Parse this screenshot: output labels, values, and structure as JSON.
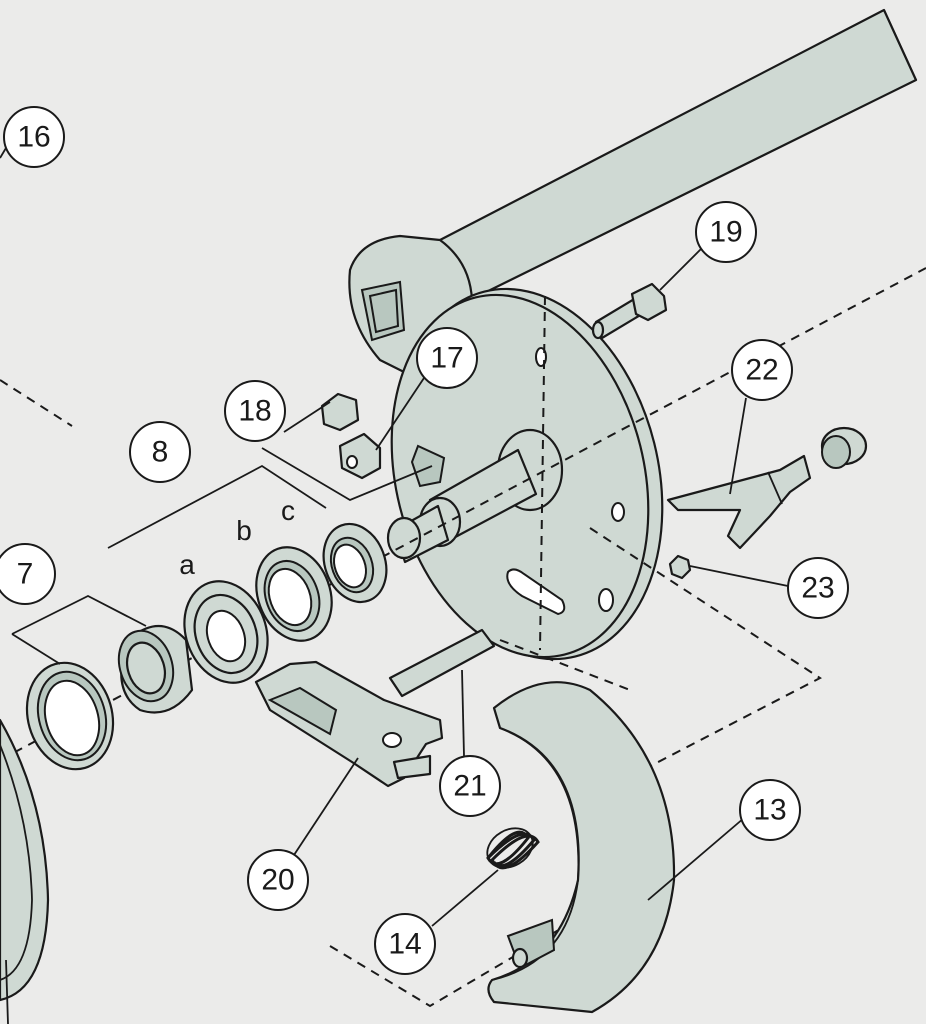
{
  "callouts": {
    "c16": "16",
    "c19": "19",
    "c17": "17",
    "c18": "18",
    "c22": "22",
    "c8": "8",
    "c7": "7",
    "c23": "23",
    "c21": "21",
    "c13": "13",
    "c20": "20",
    "c14": "14"
  },
  "sub_labels": {
    "a": "a",
    "b": "b",
    "c": "c"
  },
  "colors": {
    "part_fill": "#cfd9d3",
    "background": "#ebebea",
    "outline": "#1a1a1a"
  }
}
